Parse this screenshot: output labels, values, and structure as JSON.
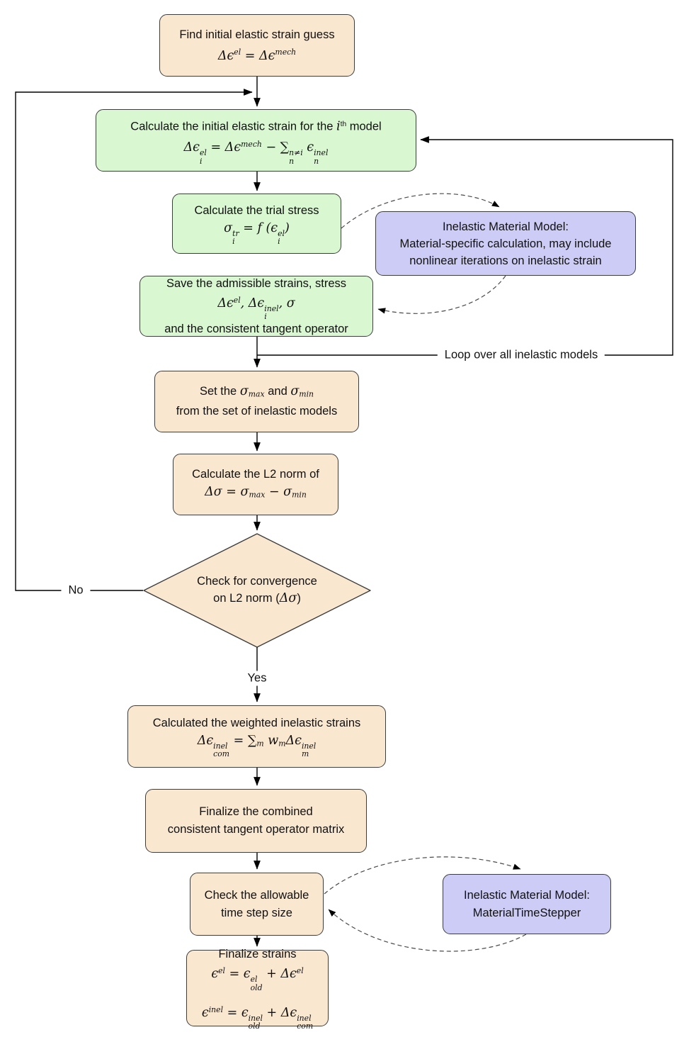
{
  "colors": {
    "process": "#fae7d0",
    "loop_step": "#d9f8d1",
    "material_model": "#ccccf6",
    "border": "#3d3d3d",
    "wire": "#000000",
    "dashed_wire": "#4a4a4a"
  },
  "nodes": {
    "initial_guess": {
      "lines": [
        "Find initial elastic strain guess",
        "[Δϵ^{el} = Δϵ^{mech}]"
      ]
    },
    "calc_initial_elastic": {
      "lines": [
        "Calculate the initial elastic strain for the [i]^{th} model",
        "[Δϵ_{i}^{el} = Δϵ^{mech} − ∑_{n}^{n≠i} ϵ_{n}^{inel}]"
      ]
    },
    "calc_trial_stress": {
      "lines": [
        "Calculate the trial stress",
        "[σ_{i}^{tr} = f (ϵ_{i}^{el})]"
      ]
    },
    "inelastic_model_calc": {
      "lines": [
        "Inelastic Material Model:",
        "Material-specific calculation, may include",
        "nonlinear iterations on inelastic strain"
      ]
    },
    "save_admissible": {
      "lines": [
        "Save the admissible strains, stress",
        "[Δϵ^{el}, Δϵ_{i}^{inel}, σ]",
        "and the consistent tangent operator"
      ]
    },
    "set_sigma": {
      "lines": [
        "Set the [σ_{max}] and [σ_{min}]",
        "from the set of inelastic models"
      ]
    },
    "calc_l2_norm": {
      "lines": [
        "Calculate the L2 norm of",
        "[Δσ = σ_{max} − σ_{min}]"
      ]
    },
    "convergence_check": {
      "lines": [
        "Check for convergence",
        "on L2 norm ([Δσ])"
      ]
    },
    "weighted_strains": {
      "lines": [
        "Calculated the weighted inelastic strains",
        "[Δϵ_{com}^{inel} = ∑_{m} w_{m}Δϵ_{m}^{inel}]"
      ]
    },
    "finalize_tangent": {
      "lines": [
        "Finalize the combined",
        "consistent tangent operator matrix"
      ]
    },
    "check_timestep": {
      "lines": [
        "Check the allowable",
        "time step size"
      ]
    },
    "inelastic_model_timestepper": {
      "lines": [
        "Inelastic Material Model:",
        "MaterialTimeStepper"
      ]
    },
    "finalize_strains": {
      "lines": [
        "Finalize strains",
        "[ϵ^{el} = ϵ_{old}^{el} + Δϵ^{el}]",
        "[ϵ^{inel} = ϵ_{old}^{inel} + Δϵ_{com}^{inel}]"
      ]
    }
  },
  "labels": {
    "no": "No",
    "yes": "Yes",
    "loop": "Loop over all inelastic models"
  }
}
